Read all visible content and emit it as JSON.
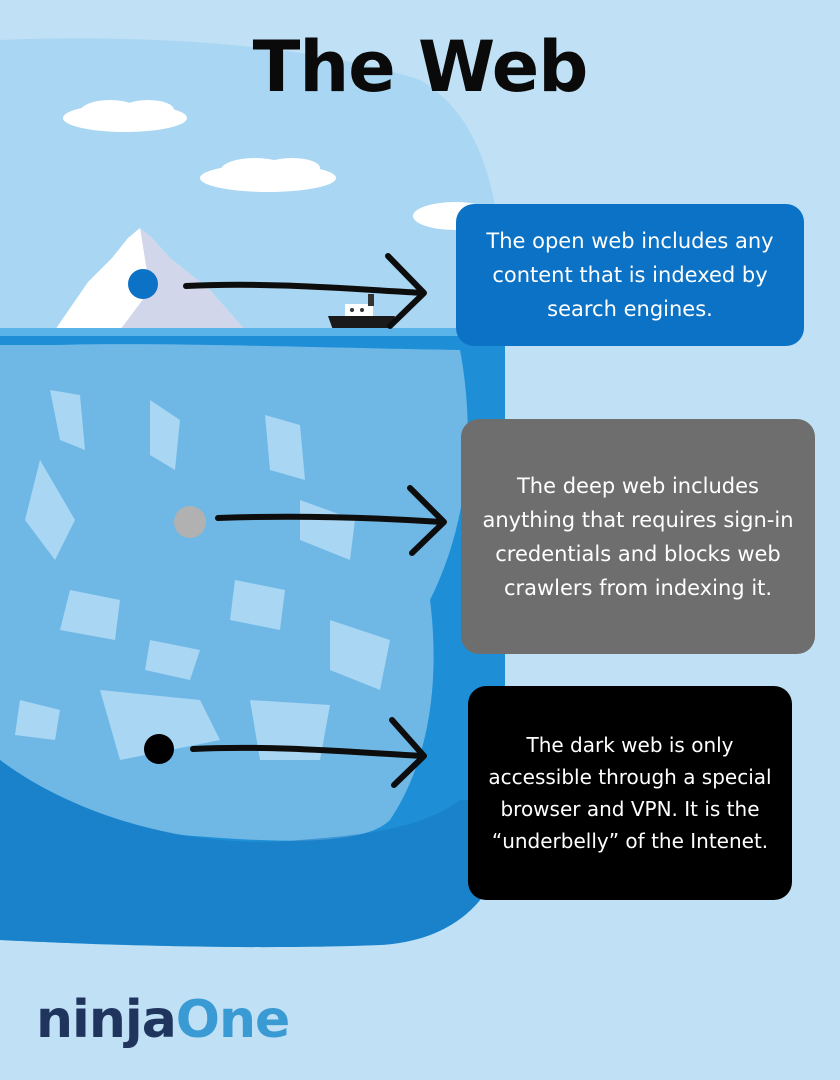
{
  "title": "The Web",
  "layers": [
    {
      "key": "open",
      "dot_color": "#0b72c5",
      "box_color": "#0b72c5",
      "text": "The open web includes any content that is indexed by search engines."
    },
    {
      "key": "deep",
      "dot_color": "#b1b1b1",
      "box_color": "#6e6e6e",
      "text": "The deep web includes anything that requires sign-in credentials and blocks web crawlers from indexing it."
    },
    {
      "key": "dark",
      "dot_color": "#000000",
      "box_color": "#000000",
      "text": "The dark web is only accessible through a special browser and VPN. It is the “underbelly” of the Intenet."
    }
  ],
  "logo": {
    "part1": "ninja",
    "part2": "One"
  },
  "colors": {
    "background": "#bfe0f5",
    "sky": "#a9d6f2",
    "water": "#1e8fd6",
    "iceberg_under": "#6fb8e6"
  }
}
